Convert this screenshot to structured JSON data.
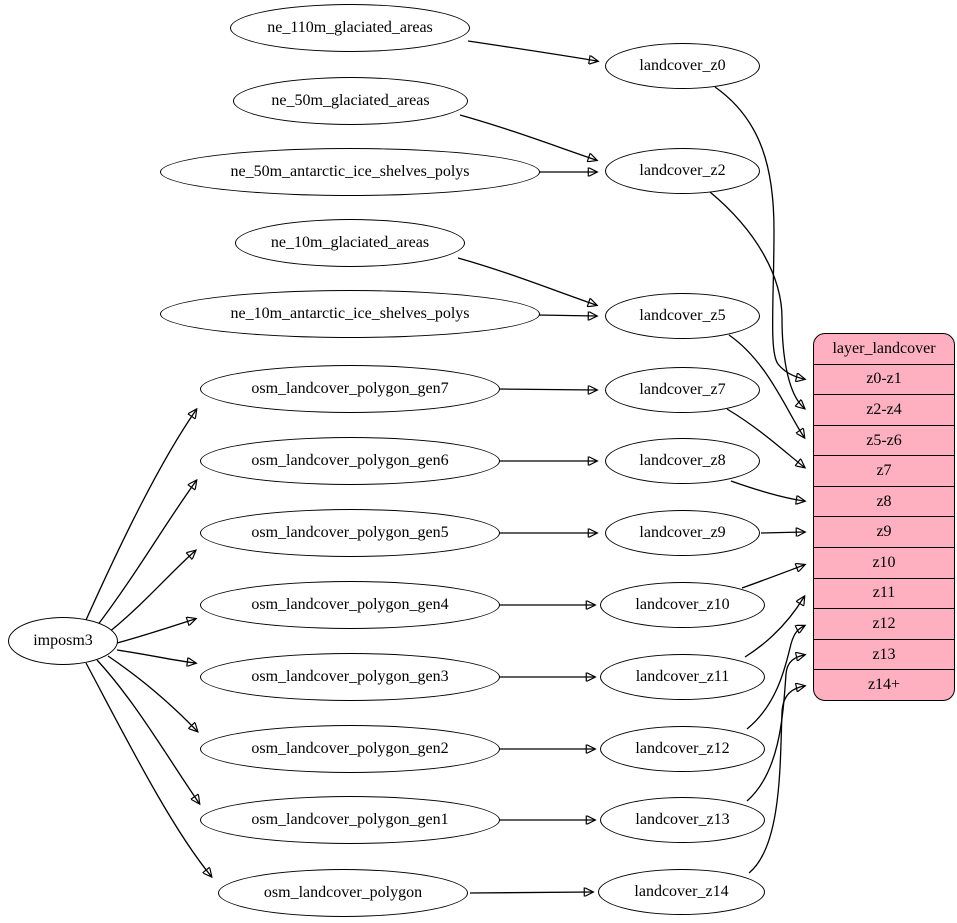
{
  "colors": {
    "background": "#ffffff",
    "node_fill": "#ffffff",
    "node_border": "#000000",
    "record_fill": "#ffb0c0",
    "edge": "#000000"
  },
  "importer": {
    "label": "imposm3"
  },
  "sources": [
    {
      "label": "ne_110m_glaciated_areas"
    },
    {
      "label": "ne_50m_glaciated_areas"
    },
    {
      "label": "ne_50m_antarctic_ice_shelves_polys"
    },
    {
      "label": "ne_10m_glaciated_areas"
    },
    {
      "label": "ne_10m_antarctic_ice_shelves_polys"
    },
    {
      "label": "osm_landcover_polygon_gen7"
    },
    {
      "label": "osm_landcover_polygon_gen6"
    },
    {
      "label": "osm_landcover_polygon_gen5"
    },
    {
      "label": "osm_landcover_polygon_gen4"
    },
    {
      "label": "osm_landcover_polygon_gen3"
    },
    {
      "label": "osm_landcover_polygon_gen2"
    },
    {
      "label": "osm_landcover_polygon_gen1"
    },
    {
      "label": "osm_landcover_polygon"
    }
  ],
  "intermediates": [
    {
      "label": "landcover_z0"
    },
    {
      "label": "landcover_z2"
    },
    {
      "label": "landcover_z5"
    },
    {
      "label": "landcover_z7"
    },
    {
      "label": "landcover_z8"
    },
    {
      "label": "landcover_z9"
    },
    {
      "label": "landcover_z10"
    },
    {
      "label": "landcover_z11"
    },
    {
      "label": "landcover_z12"
    },
    {
      "label": "landcover_z13"
    },
    {
      "label": "landcover_z14"
    }
  ],
  "record": {
    "title": "layer_landcover",
    "rows": [
      "z0-z1",
      "z2-z4",
      "z5-z6",
      "z7",
      "z8",
      "z9",
      "z10",
      "z11",
      "z12",
      "z13",
      "z14+"
    ]
  },
  "edges": [
    {
      "from": "ne_110m_glaciated_areas",
      "to": "landcover_z0"
    },
    {
      "from": "ne_50m_glaciated_areas",
      "to": "landcover_z2"
    },
    {
      "from": "ne_50m_antarctic_ice_shelves_polys",
      "to": "landcover_z2"
    },
    {
      "from": "ne_10m_glaciated_areas",
      "to": "landcover_z5"
    },
    {
      "from": "ne_10m_antarctic_ice_shelves_polys",
      "to": "landcover_z5"
    },
    {
      "from": "osm_landcover_polygon_gen7",
      "to": "landcover_z7"
    },
    {
      "from": "osm_landcover_polygon_gen6",
      "to": "landcover_z8"
    },
    {
      "from": "osm_landcover_polygon_gen5",
      "to": "landcover_z9"
    },
    {
      "from": "osm_landcover_polygon_gen4",
      "to": "landcover_z10"
    },
    {
      "from": "osm_landcover_polygon_gen3",
      "to": "landcover_z11"
    },
    {
      "from": "osm_landcover_polygon_gen2",
      "to": "landcover_z12"
    },
    {
      "from": "osm_landcover_polygon_gen1",
      "to": "landcover_z13"
    },
    {
      "from": "osm_landcover_polygon",
      "to": "landcover_z14"
    },
    {
      "from": "imposm3",
      "to": "osm_landcover_polygon_gen7"
    },
    {
      "from": "imposm3",
      "to": "osm_landcover_polygon_gen6"
    },
    {
      "from": "imposm3",
      "to": "osm_landcover_polygon_gen5"
    },
    {
      "from": "imposm3",
      "to": "osm_landcover_polygon_gen4"
    },
    {
      "from": "imposm3",
      "to": "osm_landcover_polygon_gen3"
    },
    {
      "from": "imposm3",
      "to": "osm_landcover_polygon_gen2"
    },
    {
      "from": "imposm3",
      "to": "osm_landcover_polygon_gen1"
    },
    {
      "from": "imposm3",
      "to": "osm_landcover_polygon"
    },
    {
      "from": "landcover_z0",
      "to": "layer_landcover",
      "row": "z0-z1"
    },
    {
      "from": "landcover_z2",
      "to": "layer_landcover",
      "row": "z2-z4"
    },
    {
      "from": "landcover_z5",
      "to": "layer_landcover",
      "row": "z5-z6"
    },
    {
      "from": "landcover_z7",
      "to": "layer_landcover",
      "row": "z7"
    },
    {
      "from": "landcover_z8",
      "to": "layer_landcover",
      "row": "z8"
    },
    {
      "from": "landcover_z9",
      "to": "layer_landcover",
      "row": "z9"
    },
    {
      "from": "landcover_z10",
      "to": "layer_landcover",
      "row": "z10"
    },
    {
      "from": "landcover_z11",
      "to": "layer_landcover",
      "row": "z11"
    },
    {
      "from": "landcover_z12",
      "to": "layer_landcover",
      "row": "z12"
    },
    {
      "from": "landcover_z13",
      "to": "layer_landcover",
      "row": "z13"
    },
    {
      "from": "landcover_z14",
      "to": "layer_landcover",
      "row": "z14+"
    }
  ]
}
